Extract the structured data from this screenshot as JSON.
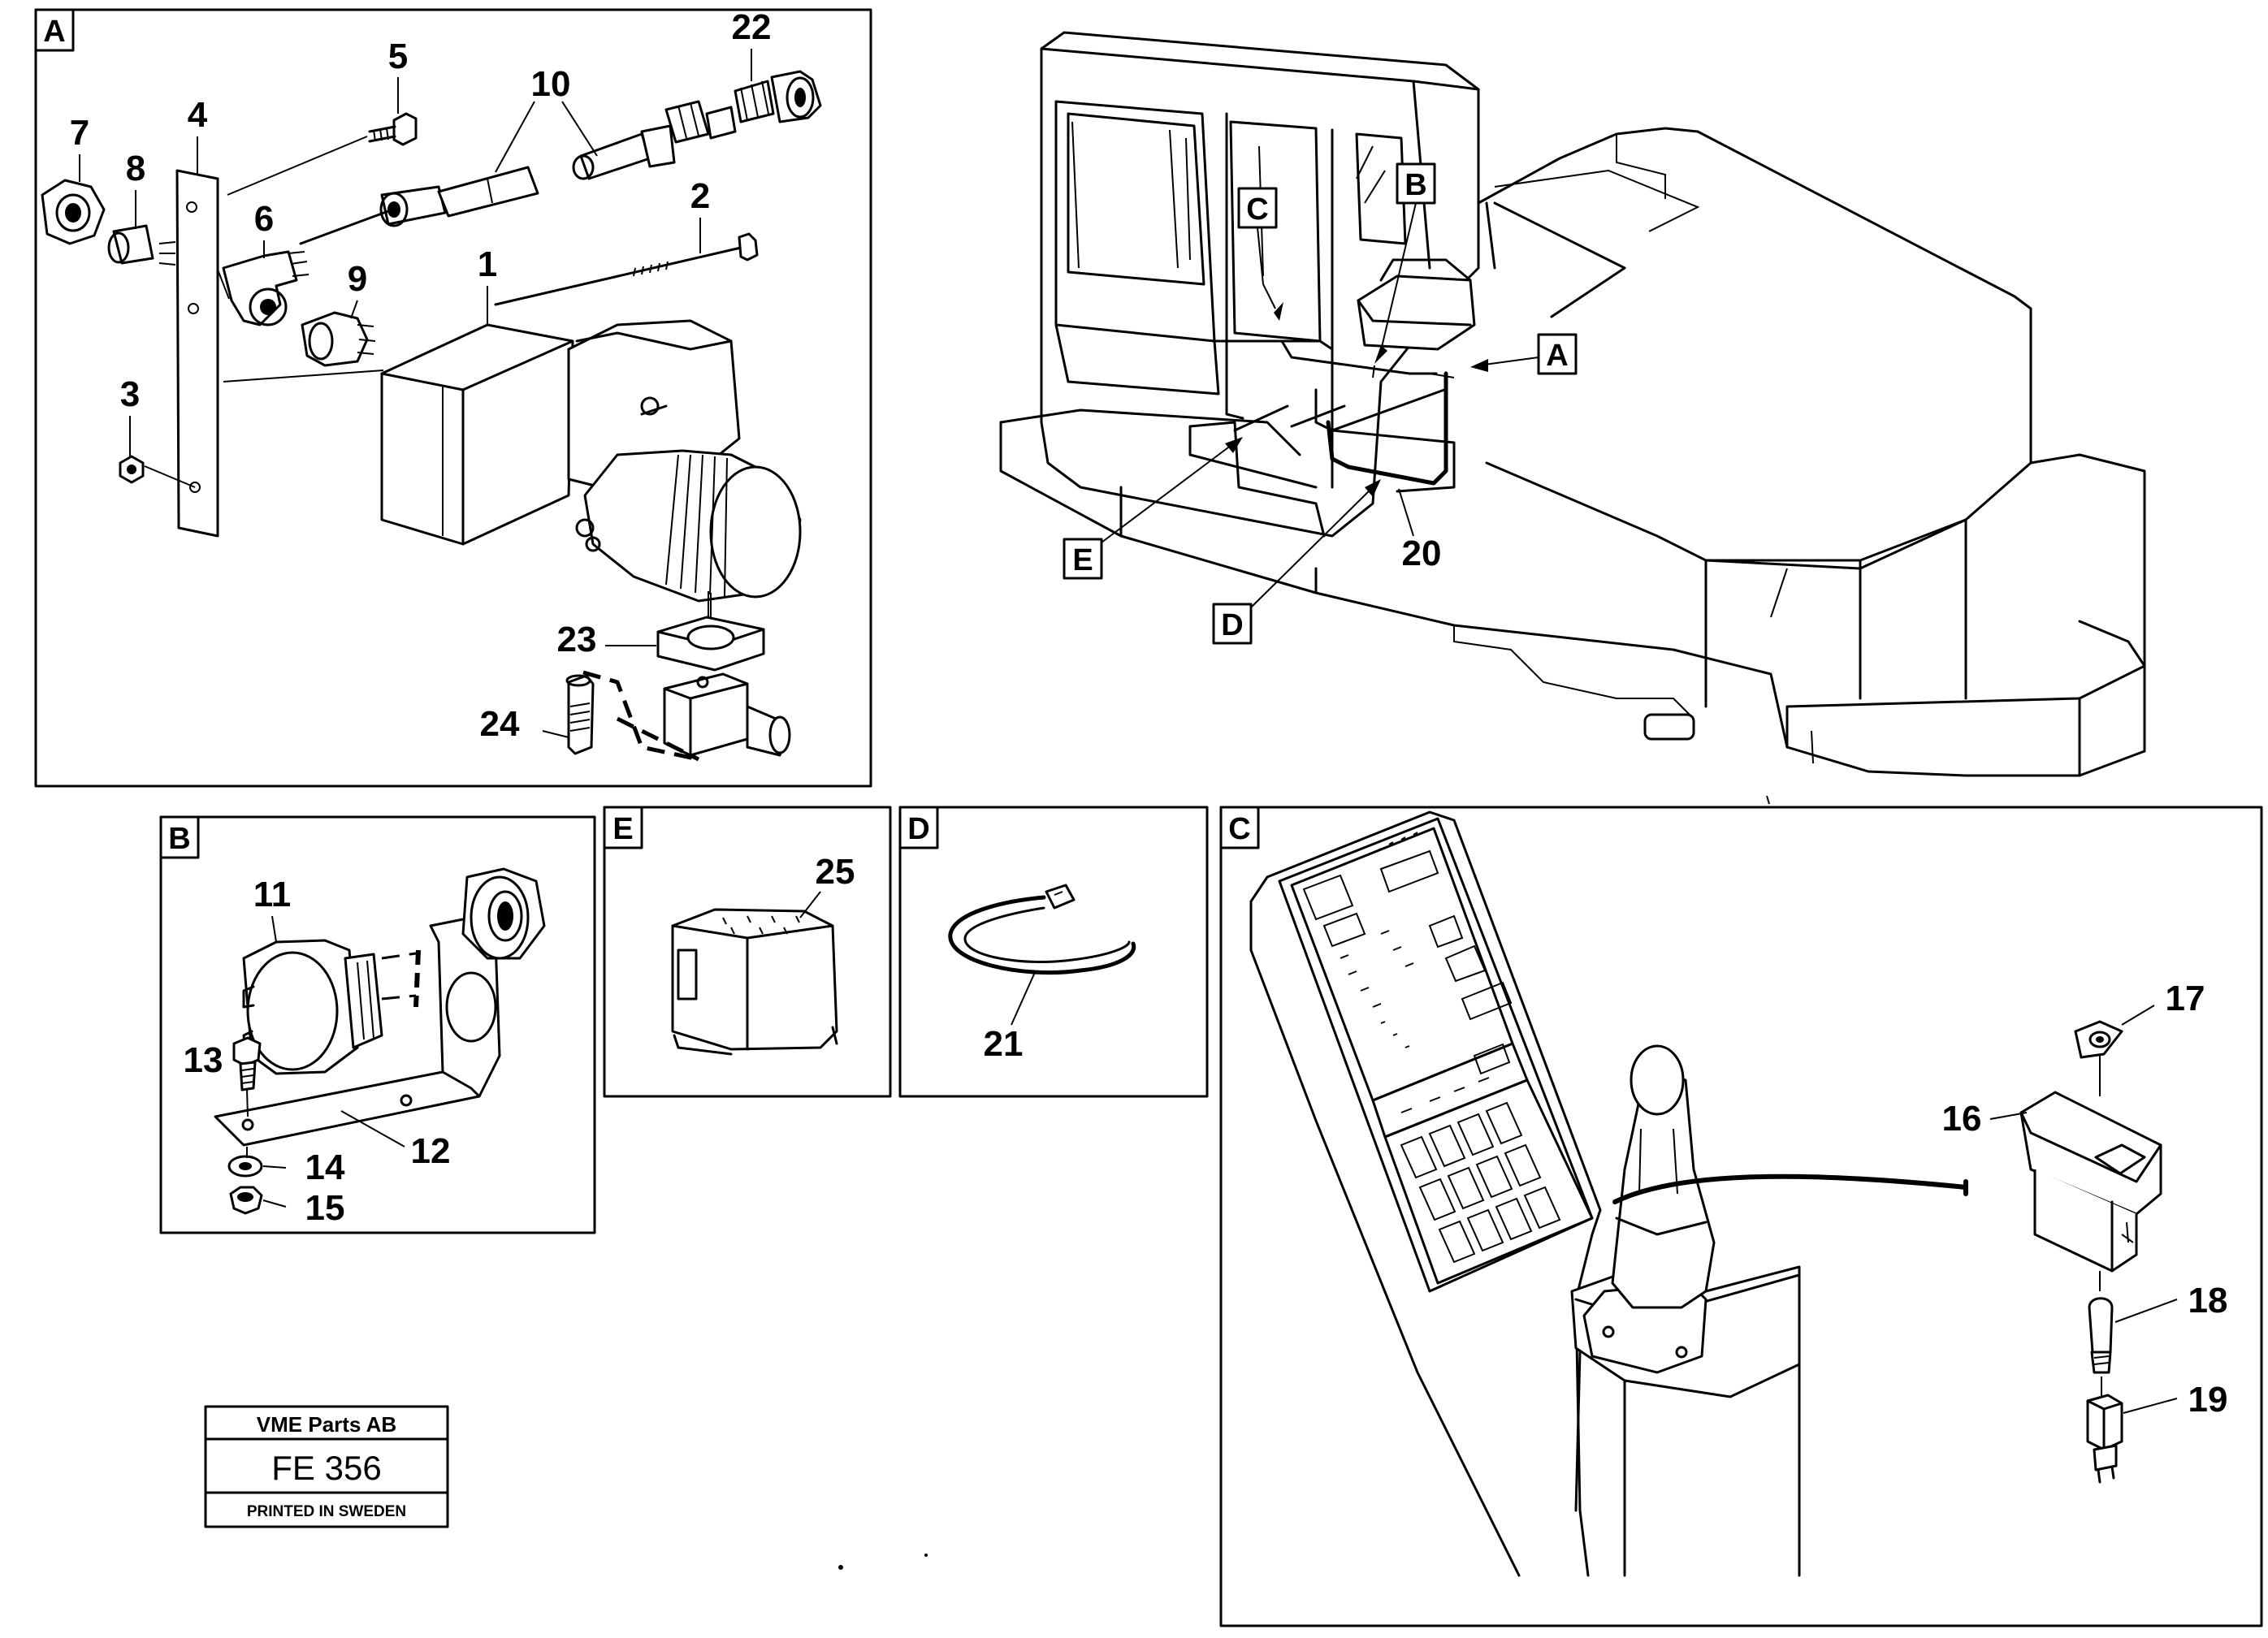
{
  "panels": {
    "A": "A",
    "B": "B",
    "C": "C",
    "D": "D",
    "E": "E"
  },
  "overview_tags": {
    "A": "A",
    "B": "B",
    "C": "C",
    "D": "D",
    "E": "E"
  },
  "callouts": {
    "p1": "1",
    "p2": "2",
    "p3": "3",
    "p4": "4",
    "p5": "5",
    "p6": "6",
    "p7": "7",
    "p8": "8",
    "p9": "9",
    "p10": "10",
    "p11": "11",
    "p12": "12",
    "p13": "13",
    "p14": "14",
    "p15": "15",
    "p16": "16",
    "p17": "17",
    "p18": "18",
    "p19": "19",
    "p20": "20",
    "p21": "21",
    "p22": "22",
    "p23": "23",
    "p24": "24",
    "p25": "25"
  },
  "title_block": {
    "company": "VME Parts AB",
    "code": "FE 356",
    "printed": "PRINTED IN SWEDEN"
  },
  "colors": {
    "ink": "#000000",
    "paper": "#ffffff"
  }
}
